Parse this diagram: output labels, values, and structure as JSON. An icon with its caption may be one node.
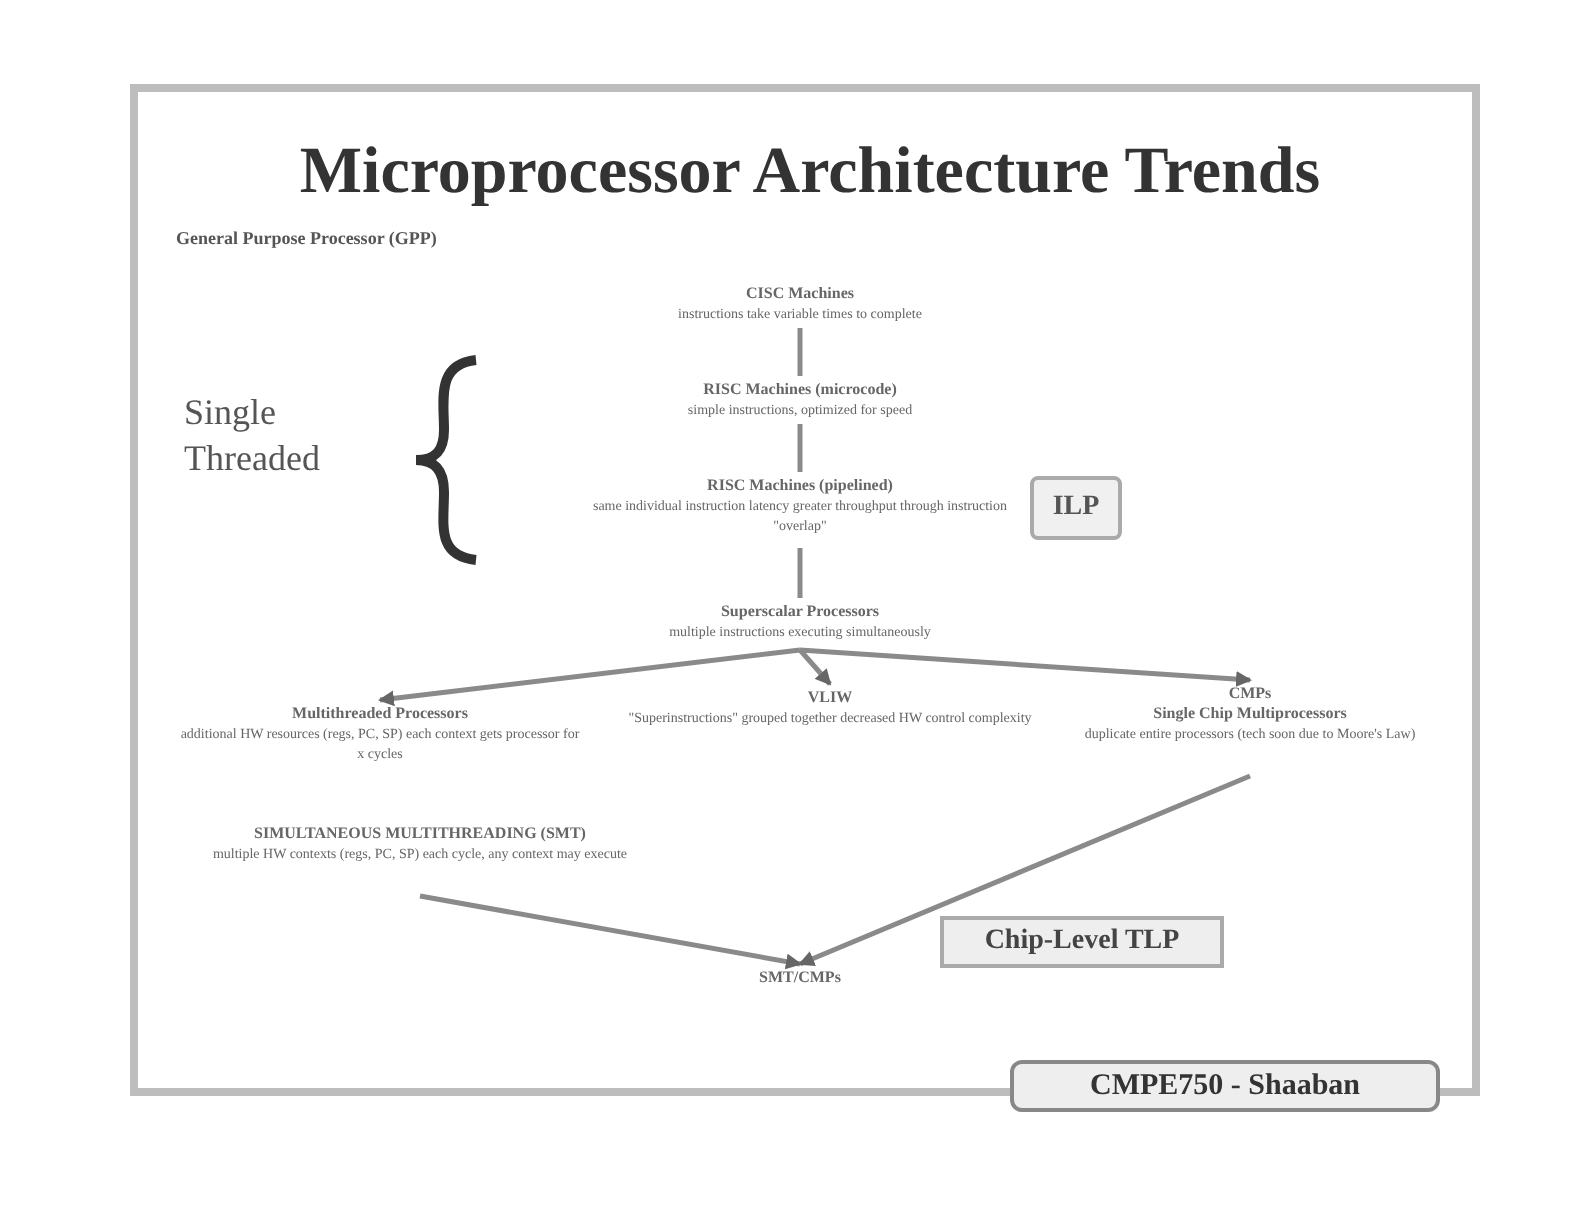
{
  "diagram": {
    "title": "Microprocessor Architecture Trends",
    "nodes": [
      {
        "text": [
          "CISC Machines",
          "instructions take variable times to complete"
        ]
      },
      {
        "text": [
          "RISC Machines (microcode)",
          "simple instructions, optimized for speed"
        ]
      },
      {
        "text": [
          "RISC Machines (pipelined)",
          "same individual instruction latency greater throughput through instruction \"overlap\""
        ]
      },
      {
        "text": [
          "Superscalar Processors",
          "multiple instructions executing simultaneously"
        ]
      },
      {
        "text": [
          "Multithreaded Processors",
          "additional HW resources (regs, PC, SP) each context gets processor for x cycles"
        ]
      },
      {
        "text": [
          "VLIW",
          "\"Superinstructions\" grouped together decreased HW control complexity"
        ]
      },
      {
        "text": [
          "CMPs",
          "Single Chip Multiprocessors",
          "duplicate entire processors (tech soon due to Moore's Law)"
        ]
      },
      {
        "text": [
          "SIMULTANEOUS MULTITHREADING (SMT)",
          "multiple HW contexts (regs, PC, SP) each cycle, any context may execute"
        ]
      },
      {
        "text": [
          "SMT/CMPs"
        ]
      },
      {
        "text": [
          "ILP"
        ]
      },
      {
        "text": [
          "Chip-Level TLP"
        ]
      },
      {
        "text": [
          "CMPE750 - Shaaban"
        ]
      }
    ],
    "edges": [
      {
        "from": 0,
        "to": 1,
        "arrow": "none"
      },
      {
        "from": 1,
        "to": 2,
        "arrow": "none"
      },
      {
        "from": 2,
        "to": 3,
        "arrow": "none"
      },
      {
        "from": 3,
        "to": 4,
        "arrow": "to"
      },
      {
        "from": 3,
        "to": 5,
        "arrow": "to"
      },
      {
        "from": 3,
        "to": 6,
        "arrow": "to"
      },
      {
        "from": 7,
        "to": 8,
        "arrow": "to"
      },
      {
        "from": 6,
        "to": 8,
        "arrow": "to"
      }
    ],
    "labels": [
      "General Purpose Processor (GPP)",
      "Single Threaded"
    ]
  }
}
